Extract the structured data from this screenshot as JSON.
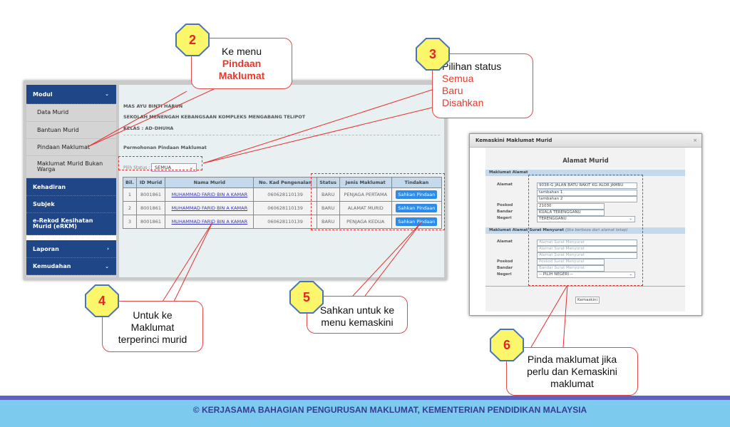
{
  "sidebar": {
    "modul": "Modul",
    "items": [
      "Data Murid",
      "Bantuan Murid",
      "Pindaan Maklumat",
      "Maklumat Murid Bukan Warga"
    ],
    "sections": [
      "Kehadiran",
      "Subjek",
      "e-Rekod Kesihatan Murid (eRKM)"
    ],
    "laporan": "Laporan",
    "kemudahan": "Kemudahan"
  },
  "header": {
    "name": "MAS AYU BINTI HARUN",
    "school": "SEKOLAH MENENGAH KEBANGSAAN KOMPLEKS MENGABANG TELIPOT",
    "kelas": "KELAS : AD-DHUHA",
    "section_title": "Permohonan Pindaan Maklumat",
    "status_label": "Pilih Status :",
    "status_value": "SEMUA"
  },
  "table": {
    "headers": [
      "Bil.",
      "ID Murid",
      "Nama Murid",
      "No. Kad Pengenalan",
      "Status",
      "Jenis Maklumat",
      "Tindakan"
    ],
    "rows": [
      {
        "bil": "1",
        "id": "8001861",
        "nama": "MUHAMMAD FARID BIN A KAMAR",
        "ic": "060628110139",
        "status": "BARU",
        "jenis": "PENJAGA PERTAMA",
        "action": "Sahkan Pindaan"
      },
      {
        "bil": "2",
        "id": "8001861",
        "nama": "MUHAMMAD FARID BIN A KAMAR",
        "ic": "060628110139",
        "status": "BARU",
        "jenis": "ALAMAT MURID",
        "action": "Sahkan Pindaan"
      },
      {
        "bil": "3",
        "id": "8001861",
        "nama": "MUHAMMAD FARID BIN A KAMAR",
        "ic": "060628110139",
        "status": "BARU",
        "jenis": "PENJAGA KEDUA",
        "action": "Sahkan Pindaan"
      }
    ]
  },
  "modal": {
    "title": "Kemaskini Maklumat Murid",
    "close": "×",
    "heading": "Alamat Murid",
    "sec1": "Maklumat Alamat",
    "alamat_label": "Alamat",
    "alamat1": "9038-G JALAN BATU RAKIT KG ALOR JAMBU",
    "alamat2": "tambahan 1",
    "alamat3": "tambahan 2",
    "poskod_label": "Poskod",
    "poskod": "21030",
    "bandar_label": "Bandar",
    "bandar": "KUALA TERENGGANU",
    "negeri_label": "Negeri",
    "negeri": "TERENGGANU",
    "sec2": "Maklumat Alamat Surat Menyurat",
    "sec2_note": "(Jika berbeza dari alamat tetap)",
    "ph_alamat": "Alamat Surat Menyurat",
    "ph_poskod": "Poskod Surat Menyurat",
    "ph_bandar": "Bandar Surat Menyurat",
    "negeri2": "-- PILIH NEGERI --",
    "submit": "Kemaskini"
  },
  "callouts": {
    "c2": {
      "num": "2",
      "line1": "Ke menu",
      "line2": "Pindaan",
      "line3": "Maklumat"
    },
    "c3": {
      "num": "3",
      "line1": "Pilihan status",
      "line2": "Semua",
      "line3": "Baru",
      "line4": "Disahkan"
    },
    "c4": {
      "num": "4",
      "line1": "Untuk ke",
      "line2": "Maklumat",
      "line3": "terperinci murid"
    },
    "c5": {
      "num": "5",
      "line1": "Sahkan untuk ke",
      "line2": "menu kemaskini"
    },
    "c6": {
      "num": "6",
      "line1": "Pinda maklumat jika",
      "line2": "perlu dan Kemaskini",
      "line3": "maklumat"
    }
  },
  "footer": "© KERJASAMA BAHAGIAN PENGURUSAN MAKLUMAT, KEMENTERIAN PENDIDIKAN MALAYSIA",
  "colors": {
    "accent": "#e53030",
    "sidebar": "#1f4788",
    "footer": "#7ccbef"
  }
}
